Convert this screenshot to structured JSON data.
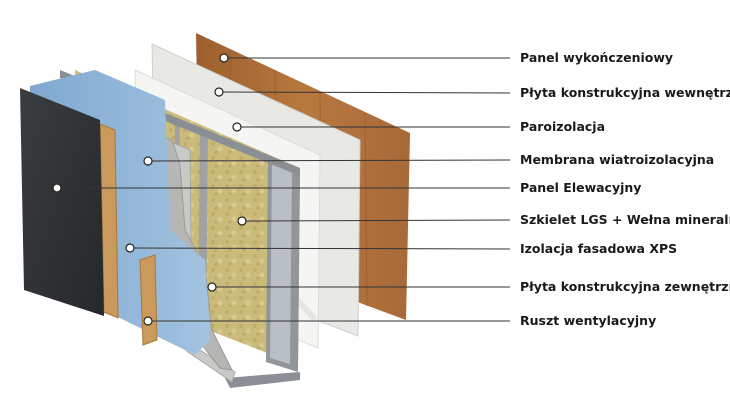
{
  "labels": [
    {
      "id": "panel-wykonczeniowy",
      "text": "Panel wykończeniowy"
    },
    {
      "id": "plyta-wewnetrzna",
      "text": "Płyta konstrukcyjna wewnętrzna"
    },
    {
      "id": "paroizolacja",
      "text": "Paroizolacja"
    },
    {
      "id": "membrana",
      "text": "Membrana wiatroizolacyjna"
    },
    {
      "id": "panel-elewacyjny",
      "text": "Panel Elewacyjny"
    },
    {
      "id": "szkielet",
      "text": "Szkielet LGS + Wełna mineralna"
    },
    {
      "id": "izolacja-xps",
      "text": "Izolacja fasadowa XPS"
    },
    {
      "id": "plyta-zewnetrzna",
      "text": "Płyta konstrukcyjna zewnętrzna"
    },
    {
      "id": "ruszt",
      "text": "Ruszt wentylacyjny"
    }
  ],
  "colors": {
    "wood": "#b0703a",
    "gypsum": "#e9e9e6",
    "vapor": "#f4f4f3",
    "wool": "#c9b877",
    "membrane": "#bfbfbf",
    "xps": "#8fb4d6",
    "facade": "#2e3134",
    "batten": "#c99a5b",
    "steel": "#9aa0a6",
    "line": "#333333"
  }
}
